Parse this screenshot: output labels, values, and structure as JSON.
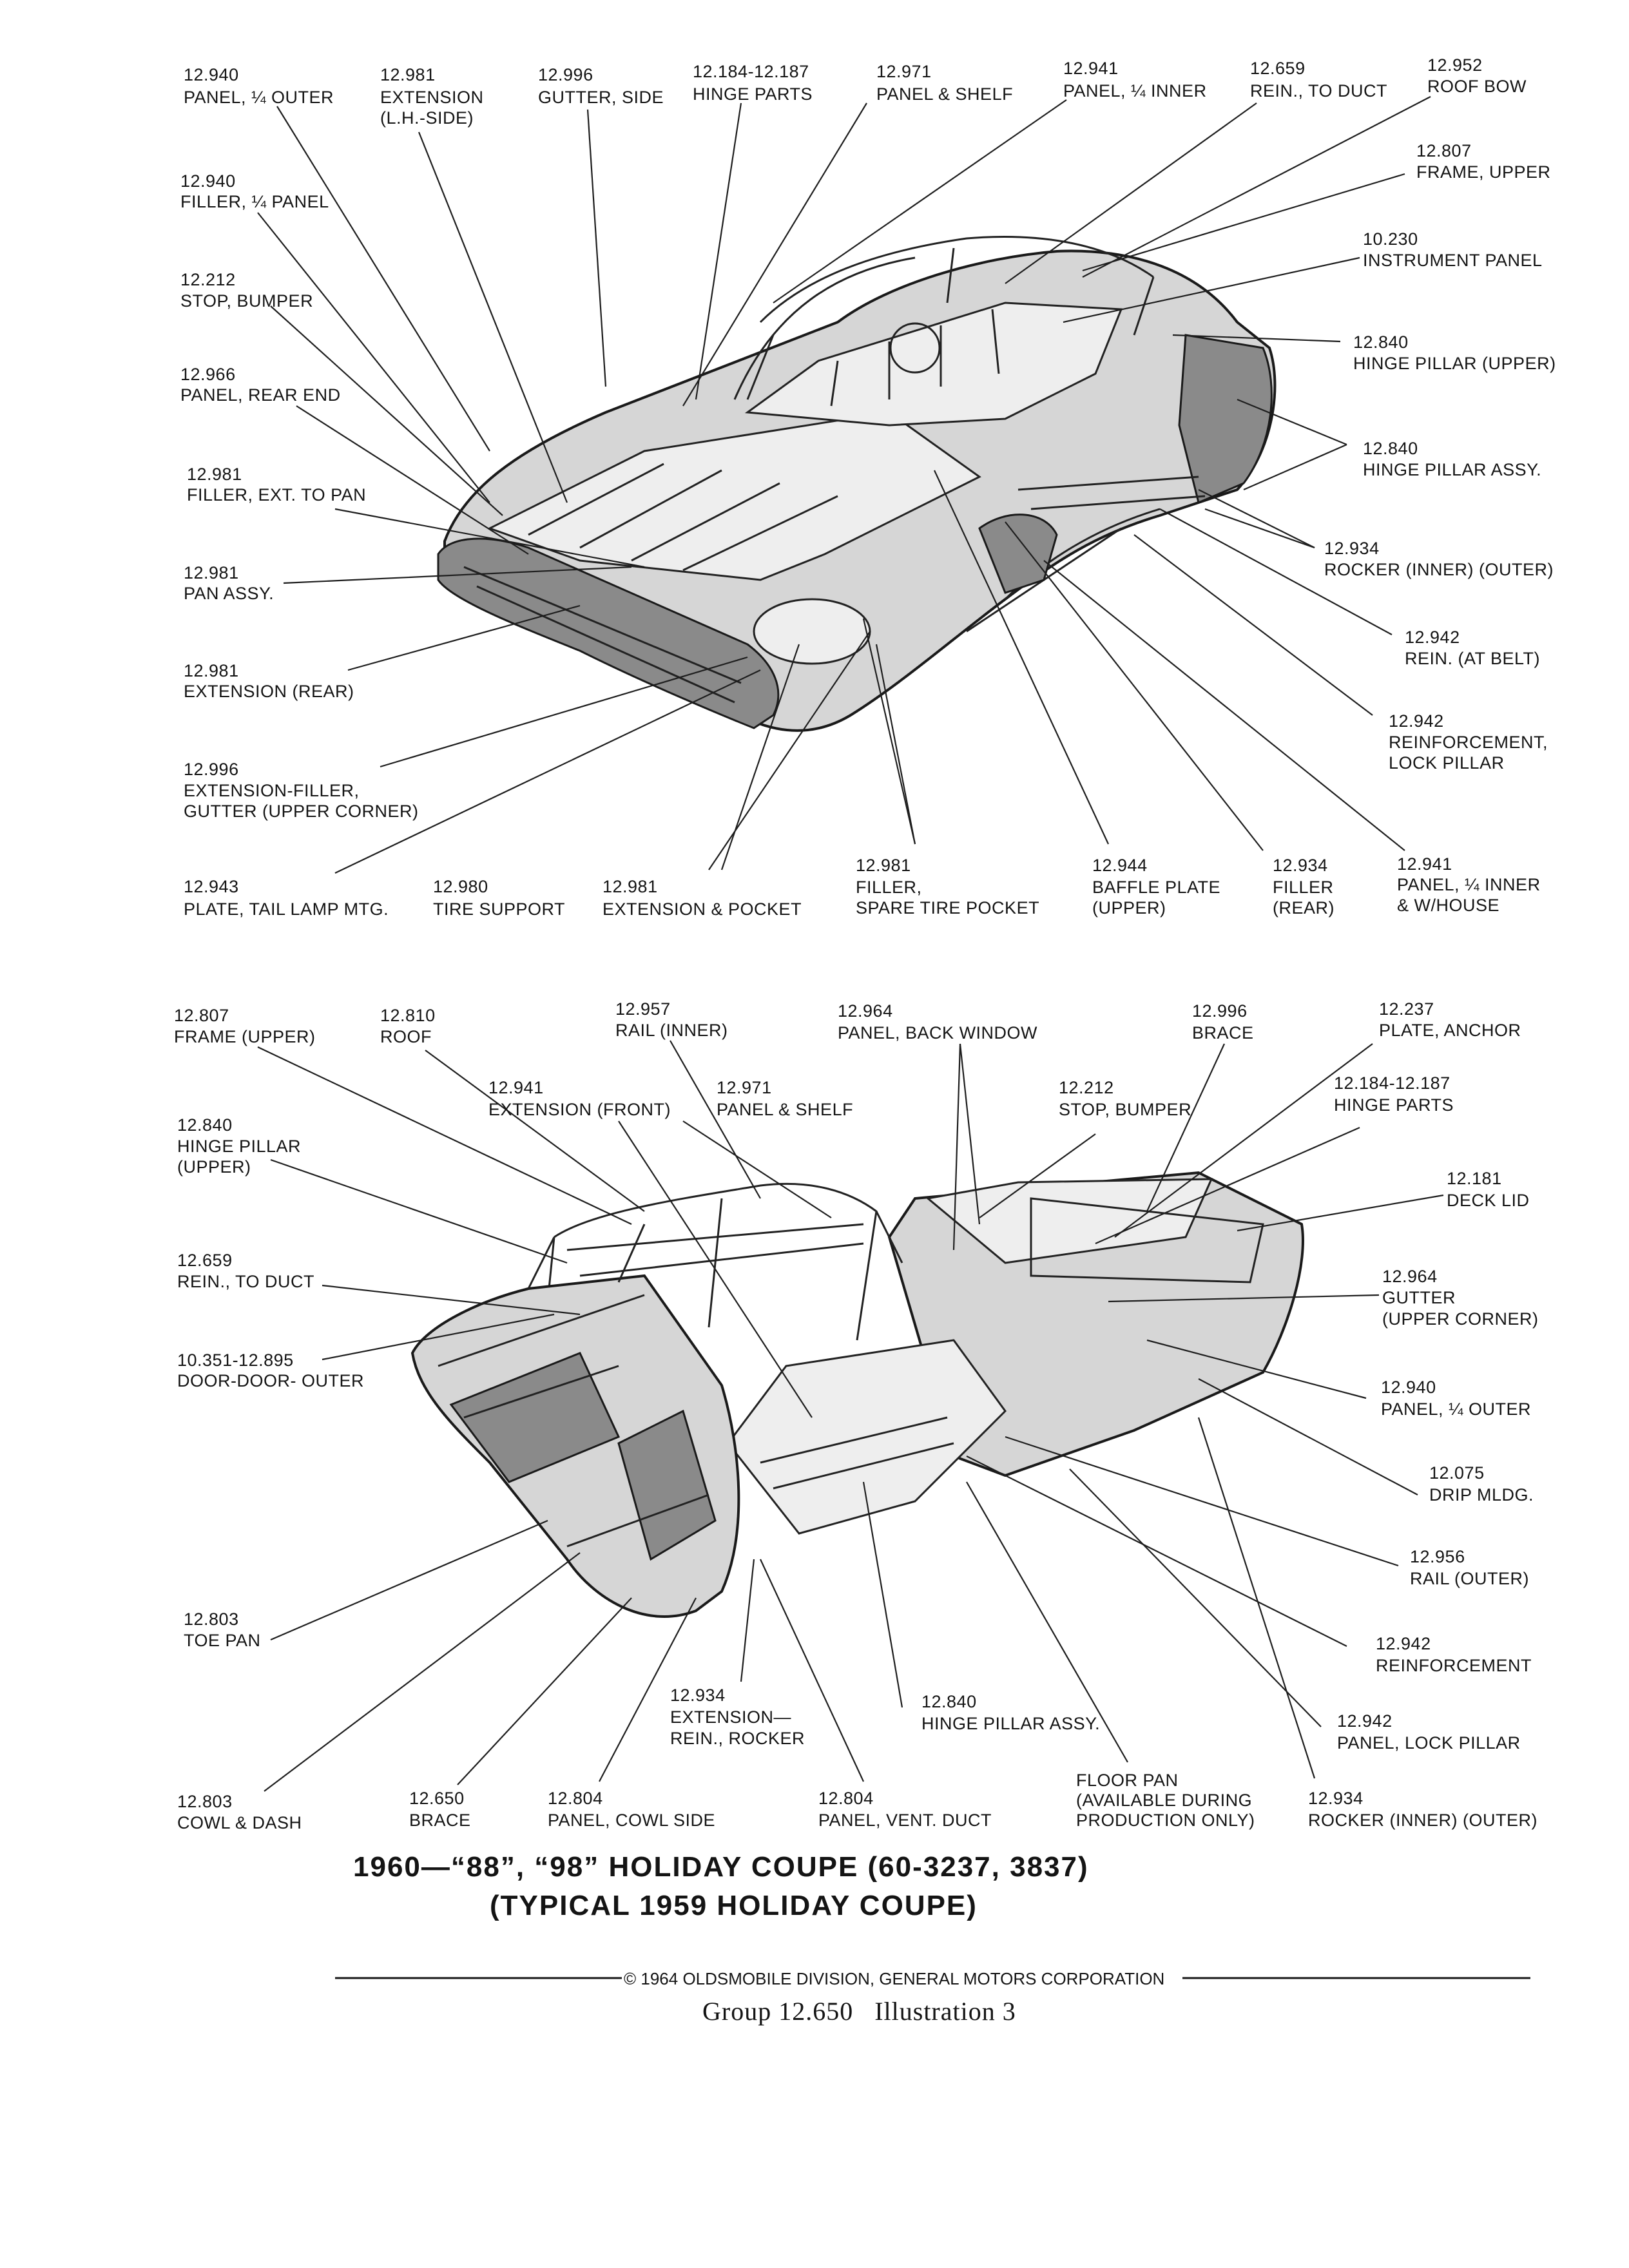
{
  "top_view_labels": [
    {
      "number": "12.940",
      "name": "PANEL, ¼ OUTER"
    },
    {
      "number": "12.981",
      "name": "EXTENSION",
      "name2": "(L.H.-SIDE)"
    },
    {
      "number": "12.996",
      "name": "GUTTER, SIDE"
    },
    {
      "number": "12.184-12.187",
      "name": "HINGE PARTS"
    },
    {
      "number": "12.971",
      "name": "PANEL & SHELF"
    },
    {
      "number": "12.941",
      "name": "PANEL, ¼ INNER"
    },
    {
      "number": "12.659",
      "name": "REIN., TO DUCT"
    },
    {
      "number": "12.952",
      "name": "ROOF BOW"
    },
    {
      "number": "12.940",
      "name": "FILLER, ¼ PANEL"
    },
    {
      "number": "12.212",
      "name": "STOP, BUMPER"
    },
    {
      "number": "12.966",
      "name": "PANEL, REAR END"
    },
    {
      "number": "12.981",
      "name": "FILLER, EXT. TO PAN"
    },
    {
      "number": "12.981",
      "name": "PAN ASSY."
    },
    {
      "number": "12.981",
      "name": "EXTENSION (REAR)"
    },
    {
      "number": "12.996",
      "name": "EXTENSION-FILLER,",
      "name2": "GUTTER (UPPER CORNER)"
    },
    {
      "number": "12.943",
      "name": "PLATE, TAIL LAMP MTG."
    },
    {
      "number": "12.980",
      "name": "TIRE SUPPORT"
    },
    {
      "number": "12.981",
      "name": "EXTENSION & POCKET"
    },
    {
      "number": "12.981",
      "name": "FILLER,",
      "name2": "SPARE TIRE POCKET"
    },
    {
      "number": "12.944",
      "name": "BAFFLE PLATE",
      "name2": "(UPPER)"
    },
    {
      "number": "12.934",
      "name": "FILLER",
      "name2": "(REAR)"
    },
    {
      "number": "12.941",
      "name": "PANEL, ¼ INNER",
      "name2": "& W/HOUSE"
    },
    {
      "number": "12.807",
      "name": "FRAME, UPPER"
    },
    {
      "number": "10.230",
      "name": "INSTRUMENT PANEL"
    },
    {
      "number": "12.840",
      "name": "HINGE PILLAR (UPPER)"
    },
    {
      "number": "12.840",
      "name": "HINGE PILLAR ASSY."
    },
    {
      "number": "12.934",
      "name": "ROCKER (INNER) (OUTER)"
    },
    {
      "number": "12.942",
      "name": "REIN. (AT BELT)"
    },
    {
      "number": "12.942",
      "name": "REINFORCEMENT,",
      "name2": "LOCK PILLAR"
    }
  ],
  "bottom_view_labels": [
    {
      "number": "12.807",
      "name": "FRAME (UPPER)"
    },
    {
      "number": "12.810",
      "name": "ROOF"
    },
    {
      "number": "12.957",
      "name": "RAIL (INNER)"
    },
    {
      "number": "12.964",
      "name": "PANEL, BACK WINDOW"
    },
    {
      "number": "12.996",
      "name": "BRACE"
    },
    {
      "number": "12.237",
      "name": "PLATE, ANCHOR"
    },
    {
      "number": "12.941",
      "name": "EXTENSION (FRONT)"
    },
    {
      "number": "12.971",
      "name": "PANEL & SHELF"
    },
    {
      "number": "12.212",
      "name": "STOP, BUMPER"
    },
    {
      "number": "12.184-12.187",
      "name": "HINGE PARTS"
    },
    {
      "number": "12.840",
      "name": "HINGE PILLAR",
      "name2": "(UPPER)"
    },
    {
      "number": "12.181",
      "name": "DECK LID"
    },
    {
      "number": "12.659",
      "name": "REIN., TO DUCT"
    },
    {
      "number": "12.964",
      "name": "GUTTER",
      "name2": "(UPPER CORNER)"
    },
    {
      "number": "10.351-12.895",
      "name": "DOOR-DOOR- OUTER"
    },
    {
      "number": "12.940",
      "name": "PANEL, ¼ OUTER"
    },
    {
      "number": "12.075",
      "name": "DRIP MLDG."
    },
    {
      "number": "12.956",
      "name": "RAIL (OUTER)"
    },
    {
      "number": "12.803",
      "name": "TOE PAN"
    },
    {
      "number": "12.942",
      "name": "REINFORCEMENT"
    },
    {
      "number": "12.840",
      "name": "HINGE PILLAR ASSY."
    },
    {
      "number": "12.934",
      "name": "EXTENSION—",
      "name2": "REIN., ROCKER"
    },
    {
      "number": "12.942",
      "name": "PANEL, LOCK PILLAR"
    },
    {
      "number": "12.803",
      "name": "COWL & DASH"
    },
    {
      "number": "12.650",
      "name": "BRACE"
    },
    {
      "number": "12.804",
      "name": "PANEL, COWL SIDE"
    },
    {
      "number": "12.804",
      "name": "PANEL, VENT. DUCT"
    },
    {
      "number": "",
      "name": "FLOOR PAN",
      "name2": "(AVAILABLE DURING",
      "name3": "PRODUCTION ONLY)"
    },
    {
      "number": "12.934",
      "name": "ROCKER (INNER) (OUTER)"
    }
  ],
  "title_line1": "1960—“88”, “98” HOLIDAY COUPE (60-3237, 3837)",
  "title_line2": "(TYPICAL 1959 HOLIDAY COUPE)",
  "copyright": "© 1964 OLDSMOBILE DIVISION, GENERAL MOTORS CORPORATION",
  "footer": "Group 12.650   Illustration 3"
}
